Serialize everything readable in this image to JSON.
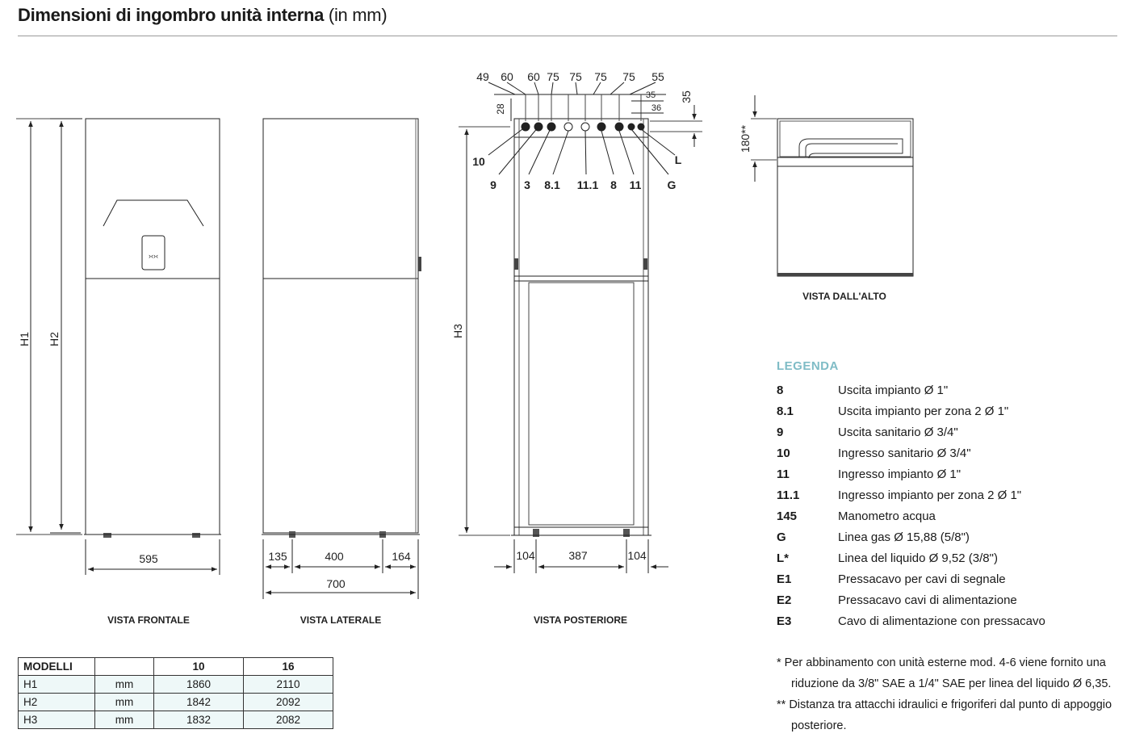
{
  "header": {
    "title": "Dimensioni di ingombro unità interna",
    "subtitle": "(in mm)"
  },
  "views": {
    "front": "VISTA FRONTALE",
    "side": "VISTA LATERALE",
    "rear": "VISTA POSTERIORE",
    "top": "VISTA DALL'ALTO"
  },
  "dims": {
    "h1": "H1",
    "h2": "H2",
    "h3": "H3",
    "front_width": "595",
    "side_left": "135",
    "side_mid": "400",
    "side_right": "164",
    "side_total": "700",
    "rear_left": "104",
    "rear_mid": "387",
    "rear_right": "104",
    "top_height": "180**",
    "top_35": "35"
  },
  "rear_top_dims": [
    "49",
    "60",
    "60",
    "75",
    "75",
    "75",
    "75",
    "55"
  ],
  "rear_small_dims": {
    "d28": "28",
    "d35": "35",
    "d36": "36"
  },
  "connections": {
    "c10": "10",
    "c9": "9",
    "c3": "3",
    "c81": "8.1",
    "c111": "11.1",
    "c8": "8",
    "c11": "11",
    "cG": "G",
    "cL": "L"
  },
  "legend": {
    "title": "LEGENDA",
    "items": [
      {
        "code": "8",
        "text": "Uscita impianto Ø 1\""
      },
      {
        "code": "8.1",
        "text": "Uscita impianto per zona 2 Ø 1\""
      },
      {
        "code": "9",
        "text": "Uscita sanitario Ø 3/4\""
      },
      {
        "code": "10",
        "text": "Ingresso sanitario Ø 3/4\""
      },
      {
        "code": "11",
        "text": "Ingresso impianto Ø 1\""
      },
      {
        "code": "11.1",
        "text": "Ingresso impianto per zona 2 Ø 1\""
      },
      {
        "code": "145",
        "text": "Manometro acqua"
      },
      {
        "code": "G",
        "text": "Linea gas Ø 15,88 (5/8\")"
      },
      {
        "code": "L*",
        "text": "Linea del liquido Ø 9,52 (3/8\")"
      },
      {
        "code": "E1",
        "text": "Pressacavo per cavi di segnale"
      },
      {
        "code": "E2",
        "text": "Pressacavo cavi di alimentazione"
      },
      {
        "code": "E3",
        "text": "Cavo di alimentazione con pressacavo"
      }
    ]
  },
  "notes": {
    "n1": "* Per abbinamento con unità esterne mod. 4-6 viene fornito una riduzione da 3/8\" SAE a 1/4\" SAE per linea del liquido Ø 6,35.",
    "n2": "** Distanza tra attacchi idraulici e frigoriferi dal punto di appoggio posteriore."
  },
  "table": {
    "header": [
      "MODELLI",
      "",
      "10",
      "16"
    ],
    "rows": [
      [
        "H1",
        "mm",
        "1860",
        "2110"
      ],
      [
        "H2",
        "mm",
        "1842",
        "2092"
      ],
      [
        "H3",
        "mm",
        "1832",
        "2082"
      ]
    ]
  },
  "colors": {
    "legend_title": "#7fbcc6",
    "table_row": "#eef8f8"
  }
}
